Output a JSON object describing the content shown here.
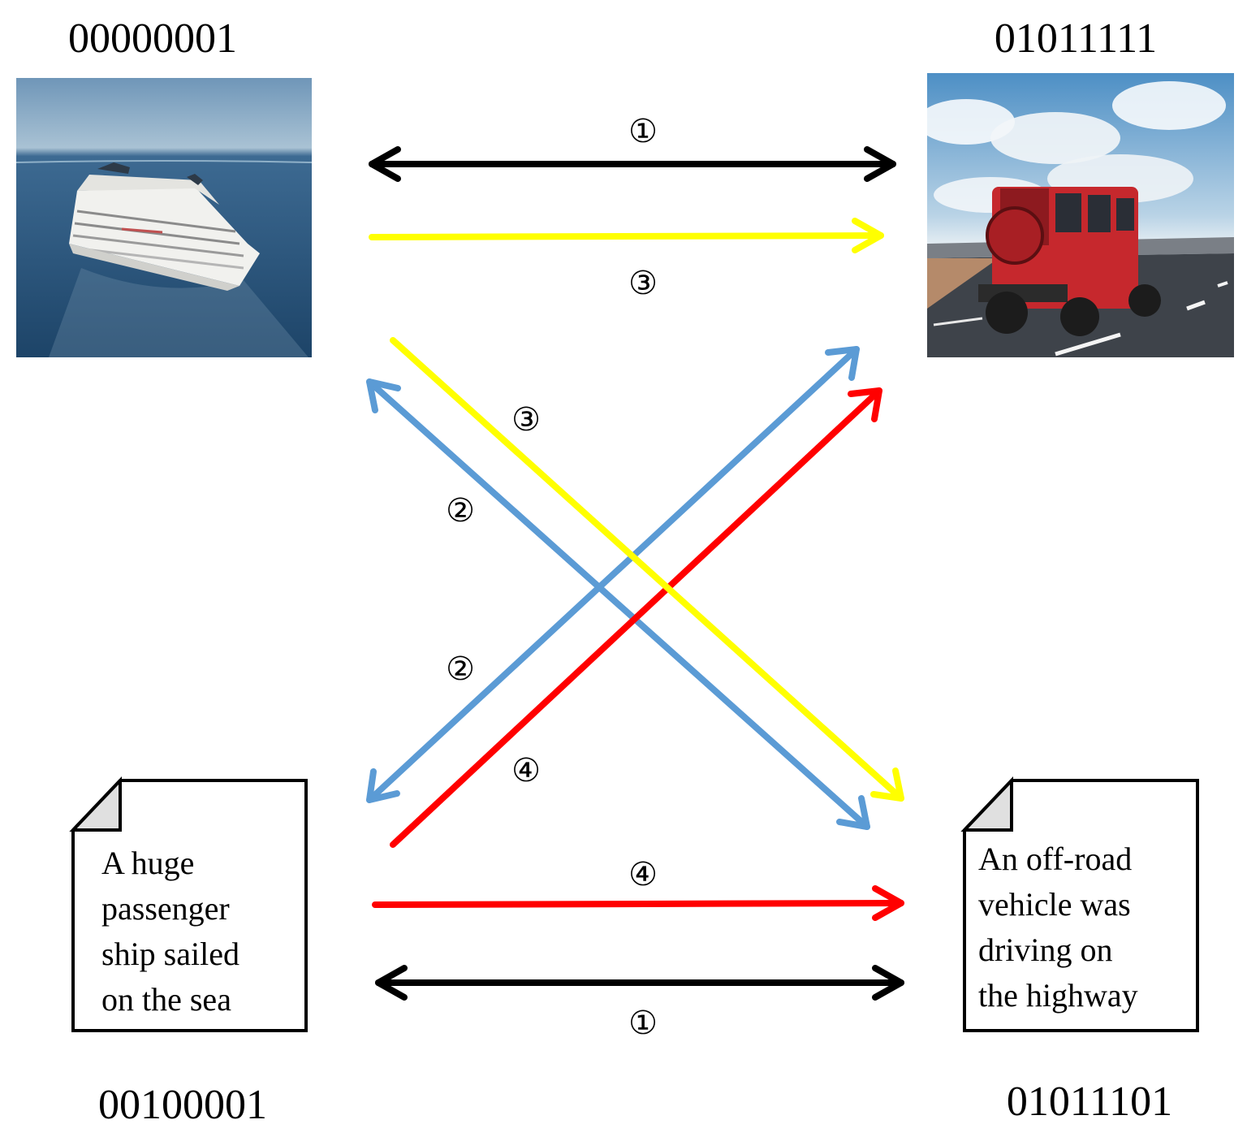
{
  "codes": {
    "ship_image": "00000001",
    "car_image": "01011111",
    "ship_text": "00100001",
    "car_text": "01011101"
  },
  "labels": {
    "one_top": "①",
    "three_top": "③",
    "three_diag": "③",
    "two_diag_upper": "②",
    "two_diag_lower": "②",
    "four_diag": "④",
    "four_bottom": "④",
    "one_bottom": "①"
  },
  "documents": {
    "ship": [
      "A huge",
      "passenger",
      "ship sailed",
      "on the sea"
    ],
    "car": [
      "An off-road",
      "vehicle was",
      "driving on",
      "the highway"
    ]
  },
  "images": {
    "ship": "cruise-ship-photo",
    "car": "red-offroad-vehicle-photo"
  },
  "colors": {
    "black": "#000000",
    "yellow": "#ffff00",
    "blue": "#5b9bd5",
    "red": "#ff0000",
    "fold": "#e0e0e0"
  }
}
